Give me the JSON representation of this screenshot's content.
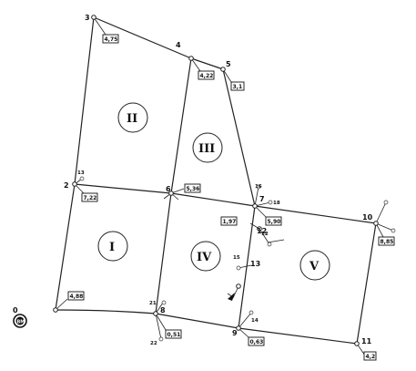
{
  "points": [
    {
      "id": "p0",
      "label": "0"
    },
    {
      "id": "p2",
      "label": "2"
    },
    {
      "id": "p3",
      "label": "3"
    },
    {
      "id": "p4",
      "label": "4"
    },
    {
      "id": "p5",
      "label": "5"
    },
    {
      "id": "p6",
      "label": "6"
    },
    {
      "id": "p7",
      "label": "7"
    },
    {
      "id": "p8",
      "label": "8"
    },
    {
      "id": "p9",
      "label": "9"
    },
    {
      "id": "p10",
      "label": "10"
    },
    {
      "id": "p11",
      "label": "11"
    },
    {
      "id": "p12",
      "label": "12"
    },
    {
      "id": "p13",
      "label": "13"
    }
  ],
  "aux_labels": [
    "13",
    "12",
    "21",
    "22",
    "16",
    "18",
    "15",
    "14"
  ],
  "values": [
    "4,75",
    "4,22",
    "3,1",
    "5,36",
    "7,22",
    "5,90",
    "1,97",
    "8,85",
    "4,88",
    "0,51",
    "0,63",
    "4,2"
  ],
  "parcels": [
    "I",
    "II",
    "III",
    "IV",
    "V"
  ],
  "benchmark": "BM"
}
